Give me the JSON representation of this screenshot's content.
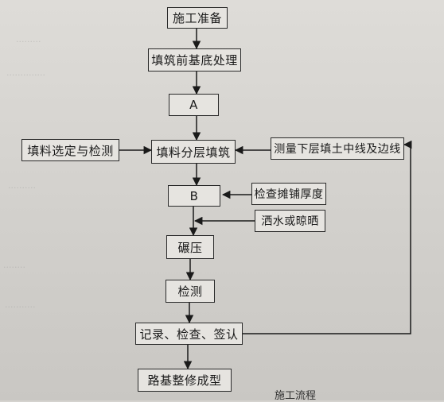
{
  "flowchart": {
    "steps": [
      "施工准备",
      "填筑前基底处理",
      "A",
      "填料分层填筑",
      "B",
      "碾压",
      "检测",
      "记录、检查、签认",
      "路基整修成型"
    ],
    "side_inputs": {
      "fill_selection": "填料选定与检测",
      "centerline_survey": "测量下层填土中线及边线",
      "thickness_check": "检查摊铺厚度",
      "watering_drying": "洒水或晾晒"
    },
    "caption_fragment": "施工流程"
  }
}
